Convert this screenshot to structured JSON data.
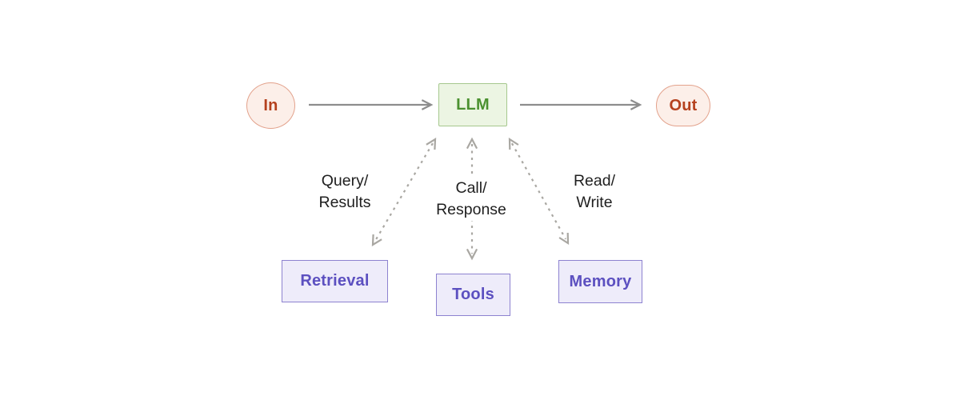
{
  "diagram": {
    "description": "Augmented LLM flow diagram"
  },
  "colors": {
    "background": "#ffffff",
    "solid_arrow": "#8d8d8d",
    "dashed_arrow": "#a9a7a2",
    "label_text": "#1f1f1f",
    "io_fill": "#fcefe9",
    "io_border": "#e3a28c",
    "io_text": "#b5411e",
    "llm_fill": "#ecf5e3",
    "llm_border": "#a6c88e",
    "llm_text": "#4b9130",
    "module_fill": "#eeecfa",
    "module_border": "#8d82d0",
    "module_text": "#5c50c0"
  },
  "nodes": {
    "input": {
      "label": "In",
      "shape": "pill"
    },
    "llm": {
      "label": "LLM",
      "shape": "rect"
    },
    "output": {
      "label": "Out",
      "shape": "pill"
    },
    "retrieval": {
      "label": "Retrieval",
      "shape": "rect"
    },
    "tools": {
      "label": "Tools",
      "shape": "rect"
    },
    "memory": {
      "label": "Memory",
      "shape": "rect"
    }
  },
  "edges": {
    "in_to_llm": {
      "from": "In",
      "to": "LLM",
      "style": "solid-arrow"
    },
    "llm_to_out": {
      "from": "LLM",
      "to": "Out",
      "style": "solid-arrow"
    },
    "llm_retrieval": {
      "from": "LLM",
      "to": "Retrieval",
      "style": "dashed-double-arrow",
      "label_line1": "Query/",
      "label_line2": "Results"
    },
    "llm_tools": {
      "from": "LLM",
      "to": "Tools",
      "style": "dashed-double-arrow",
      "label_line1": "Call/",
      "label_line2": "Response"
    },
    "llm_memory": {
      "from": "LLM",
      "to": "Memory",
      "style": "dashed-double-arrow",
      "label_line1": "Read/",
      "label_line2": "Write"
    }
  }
}
